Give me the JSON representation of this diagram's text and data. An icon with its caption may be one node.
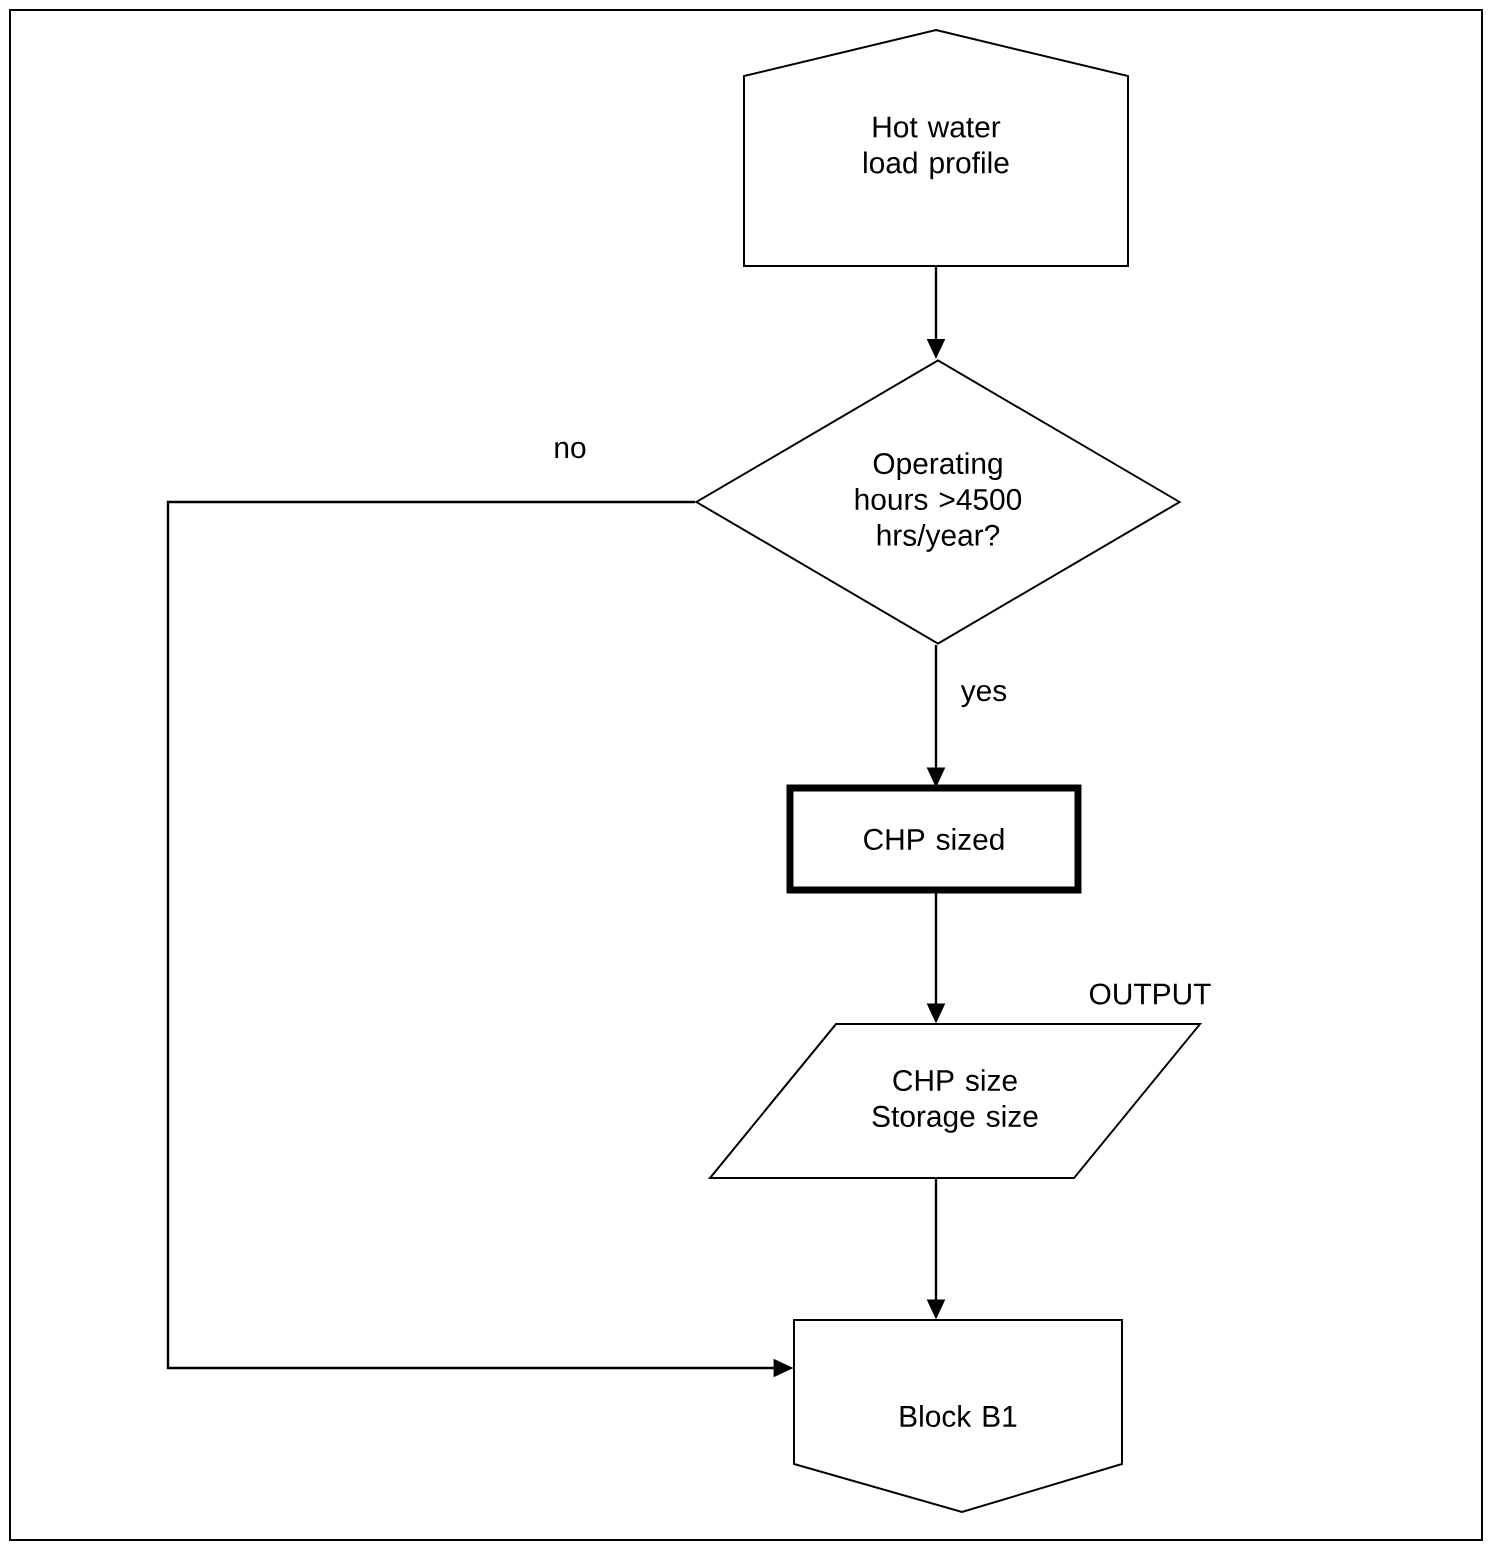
{
  "diagram": {
    "nodes": [
      {
        "text": [
          "Hot water load profile"
        ]
      },
      {
        "text": [
          "Operating hours >4500 hrs/year?"
        ]
      },
      {
        "text": [
          "CHP sized"
        ]
      },
      {
        "text": [
          "CHP size Storage size"
        ],
        "beside": [
          "OUTPUT"
        ]
      },
      {
        "text": [
          "Block B1"
        ]
      }
    ],
    "edges": [
      {
        "from": 0,
        "to": 1,
        "arrow": "to"
      },
      {
        "from": 1,
        "to": 2,
        "arrow": "to",
        "label": "yes"
      },
      {
        "from": 2,
        "to": 3,
        "arrow": "to"
      },
      {
        "from": 3,
        "to": 4,
        "arrow": "to"
      },
      {
        "from": 1,
        "to": 4,
        "arrow": "to",
        "label": "no"
      }
    ]
  }
}
